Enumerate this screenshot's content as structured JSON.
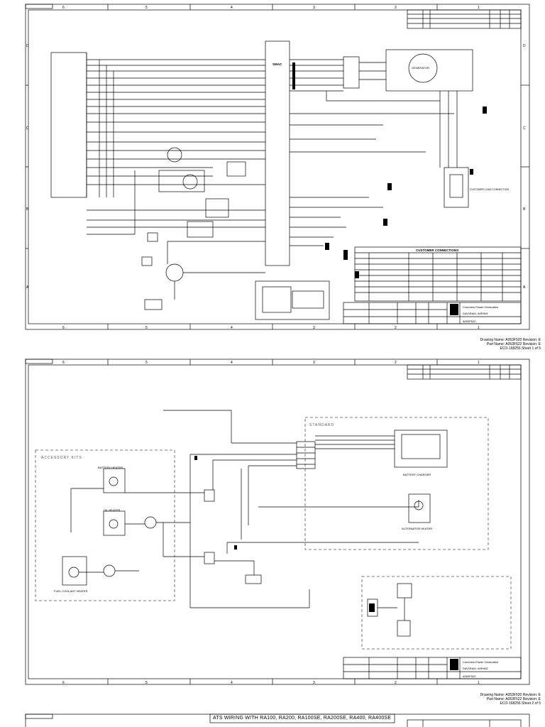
{
  "sheet1": {
    "ruler": [
      "6",
      "5",
      "4",
      "3",
      "2",
      "1"
    ],
    "row_markers": [
      "D",
      "C",
      "B",
      "A"
    ],
    "center_box": {
      "title": "SMAC"
    },
    "labels": {
      "customer_connections": "CUSTOMER CONNECTIONS",
      "generator": "GENERATOR",
      "customer_load": "CUSTOMER LOAD CONNECTION"
    },
    "title_block": {
      "company": "Cummins Power Generation",
      "name": "DIAGRAM, WIRING",
      "number": "A053F520"
    },
    "meta": {
      "drawing": "Drawing Name: A053F520  Revision: E",
      "part": "Part Name: A053F522  Revision: E",
      "eco": "ECO-168256  Sheet 1 of 5"
    }
  },
  "sheet2": {
    "ruler": [
      "6",
      "5",
      "4",
      "3",
      "2",
      "1"
    ],
    "labels": {
      "accessory_kits": "ACCESSORY KITS",
      "standard": "STANDARD",
      "battery_charger": "BATTERY CHARGER",
      "alternator_heater": "ALTERNATOR HEATER",
      "battery_heater": "BATTERY HEATER",
      "oil_heater": "OIL HEATER",
      "coolant_heater": "FUEL COOLANT HEATER"
    },
    "title_block": {
      "company": "Cummins Power Generation",
      "name": "DIAGRAM, WIRING",
      "number": "A053F520"
    },
    "meta": {
      "drawing": "Drawing Name: A053F520  Revision: E",
      "part": "Part Name: A053F522  Revision: E",
      "eco": "ECO-168256  Sheet 2 of 5"
    }
  },
  "sheet3": {
    "title": "ATS WIRING WITH RA100, RA200, RA100SE, RA200SE, RA400, RA400SE"
  },
  "colors": {
    "ink": "#000000",
    "paper": "#ffffff",
    "dash": "#555555"
  }
}
